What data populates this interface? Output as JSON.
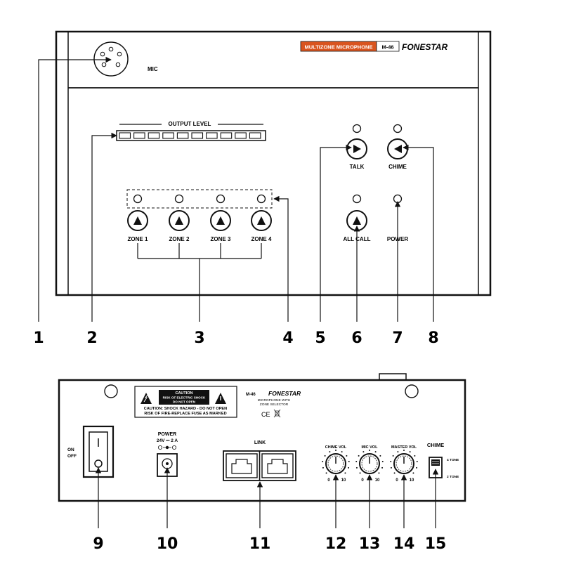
{
  "front_panel": {
    "mic_label": "MIC",
    "brand_badge": "MULTIZONE MICROPHONE",
    "model": "M-46",
    "brand": "FONESTAR",
    "output_level_label": "OUTPUT LEVEL",
    "zone_labels": [
      "ZONE 1",
      "ZONE 2",
      "ZONE 3",
      "ZONE 4"
    ],
    "talk_label": "TALK",
    "chime_label": "CHIME",
    "all_call_label": "ALL CALL",
    "power_label": "POWER",
    "badge_color": "#d9541e"
  },
  "rear_panel": {
    "caution_title": "CAUTION",
    "caution_line1": "RISK OF ELECTRIC SHOCK",
    "caution_line2": "DO NOT OPEN",
    "caution_line3": "CAUTION: SHOCK HAZARD - DO NOT OPEN",
    "caution_line4": "RISK OF FIRE-REPLACE FUSE AS MARKED",
    "model": "M-46",
    "brand": "FONESTAR",
    "desc_line1": "MICROPHONE WITH",
    "desc_line2": "ZONE SELECTOR",
    "ce_mark": "CE",
    "on_label": "ON",
    "off_label": "OFF",
    "power_label": "POWER",
    "power_spec": "24V ⎓ 2 A",
    "link_label": "LINK",
    "chime_vol_label": "CHIME VOL",
    "mic_vol_label": "MIC VOL",
    "master_vol_label": "MASTER VOL",
    "knob_min": "0",
    "knob_max": "10",
    "chime_switch_label": "CHIME",
    "four_tone": "4 TONE",
    "two_tone": "2 TONE"
  },
  "callouts": [
    "1",
    "2",
    "3",
    "4",
    "5",
    "6",
    "7",
    "8",
    "9",
    "10",
    "11",
    "12",
    "13",
    "14",
    "15"
  ]
}
